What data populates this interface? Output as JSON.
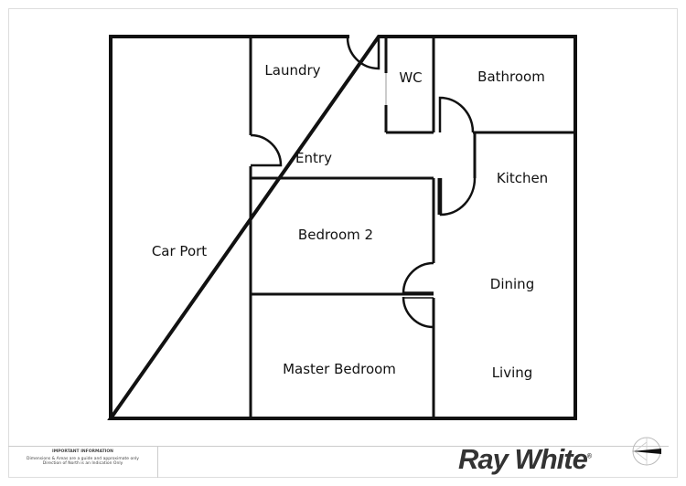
{
  "rooms": {
    "car_port": "Car Port",
    "laundry": "Laundry",
    "wc": "WC",
    "bathroom": "Bathroom",
    "entry": "Entry",
    "kitchen": "Kitchen",
    "bedroom_2": "Bedroom 2",
    "dining": "Dining",
    "master_bedroom": "Master Bedroom",
    "living": "Living"
  },
  "footer": {
    "info_title": "IMPORTANT INFORMATION",
    "info_line1": "Dimensions & Areas are a guide and approximate only",
    "info_line2": "Direction of North is an Indication Only",
    "logo": "Ray White",
    "logo_mark": "®"
  },
  "colors": {
    "wall": "#111111",
    "logo": "#333333"
  },
  "compass": {
    "icon": "north-arrow-icon",
    "needle_direction": "west"
  }
}
